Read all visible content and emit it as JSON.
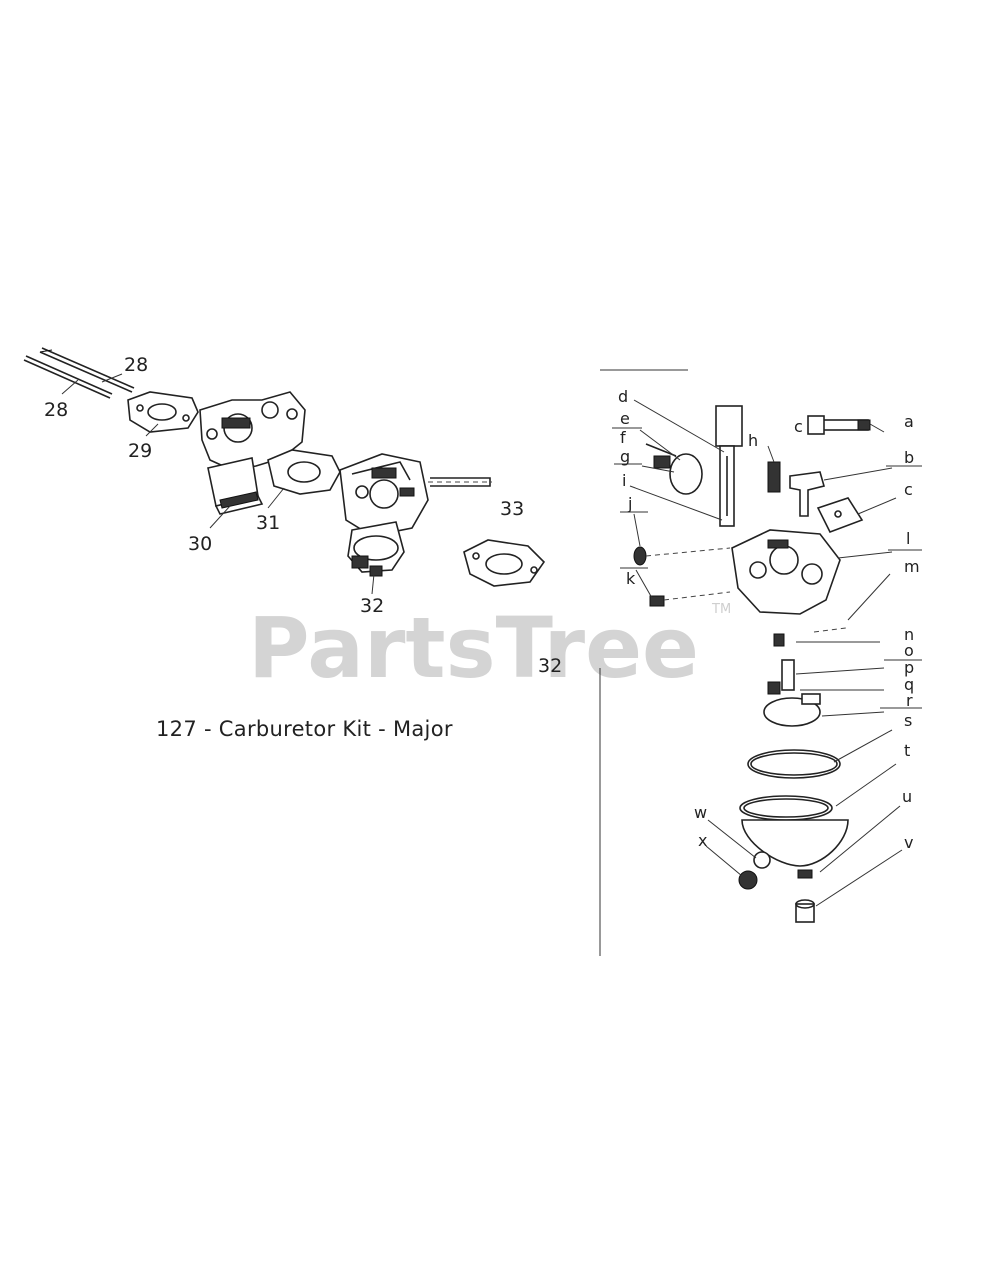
{
  "watermark": {
    "text": "PartsTree",
    "tm": "TM"
  },
  "caption": "127 - Carburetor Kit - Major",
  "left_callouts": {
    "c28a": "28",
    "c28b": "28",
    "c29": "29",
    "c30": "30",
    "c31": "31",
    "c32": "32",
    "c33": "33"
  },
  "center_callout": "32",
  "right_callouts": {
    "a": "a",
    "b": "b",
    "c": "c",
    "d": "d",
    "e": "e",
    "f": "f",
    "g": "g",
    "h": "h",
    "i": "i",
    "j": "j",
    "k": "k",
    "l": "l",
    "m": "m",
    "n": "n",
    "o": "o",
    "p": "p",
    "q": "q",
    "r": "r",
    "s": "s",
    "t": "t",
    "u": "u",
    "v": "v",
    "w": "w",
    "x": "x",
    "cr": "c"
  }
}
